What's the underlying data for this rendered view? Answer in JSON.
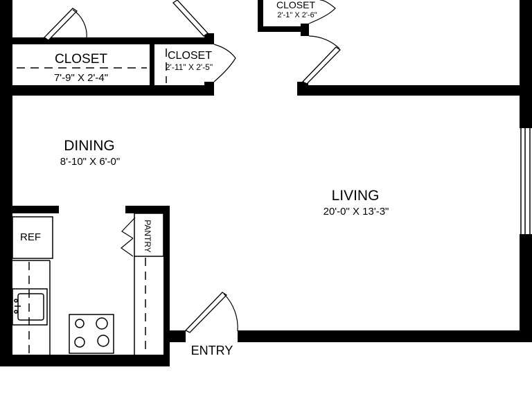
{
  "rooms": {
    "closet_top": {
      "name": "CLOSET",
      "dims": "2'-1\" X 2'-6\""
    },
    "closet_left": {
      "name": "CLOSET",
      "dims": "7'-9\" X 2'-4\""
    },
    "closet_mid": {
      "name": "CLOSET",
      "dims": "2'-11\" X 2'-5\""
    },
    "dining": {
      "name": "DINING",
      "dims": "8'-10\" X 6'-0\""
    },
    "living": {
      "name": "LIVING",
      "dims": "20'-0\" X 13'-3\""
    },
    "pantry": {
      "name": "PANTRY"
    },
    "entry": {
      "name": "ENTRY"
    }
  },
  "fixtures": {
    "ref": "REF"
  },
  "colors": {
    "wall": "#000000",
    "background": "#ffffff"
  }
}
